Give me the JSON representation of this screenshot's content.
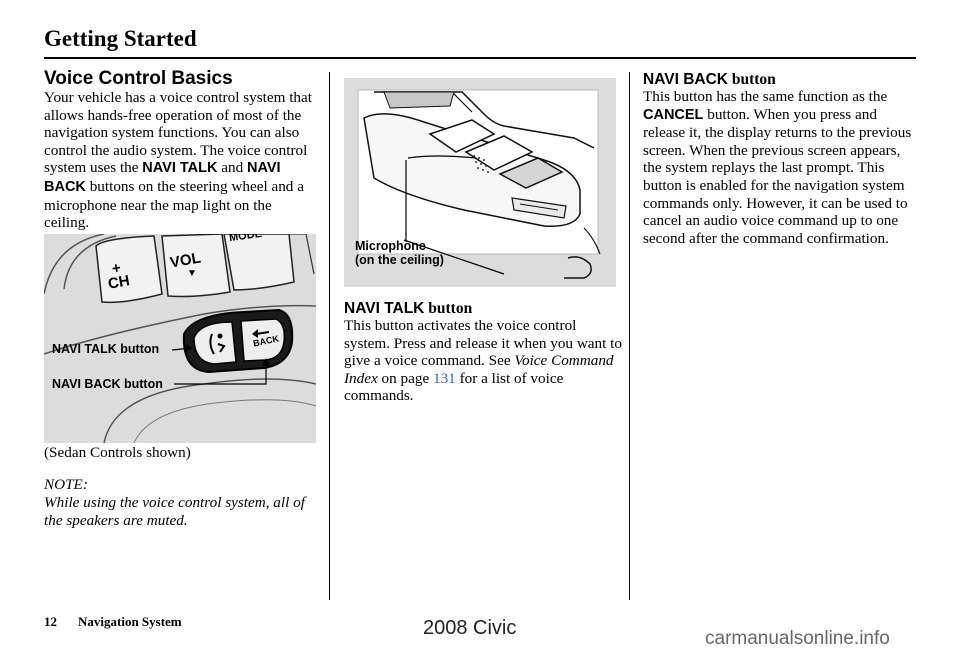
{
  "header": {
    "title": "Getting Started"
  },
  "col1": {
    "heading": "Voice Control Basics",
    "intro_1": "Your vehicle has a voice control system that allows hands-free operation of most of the navigation system functions. You can also control the audio system. The voice control system uses the ",
    "navi_talk": "NAVI TALK",
    "and": " and ",
    "navi_back": "NAVI BACK",
    "intro_2": " buttons on the steering wheel and a microphone near the map light on the ceiling.",
    "image_labels": {
      "talk": "NAVI TALK button",
      "back": "NAVI BACK button"
    },
    "image_marks": {
      "ch": "CH",
      "vol": "VOL",
      "plus": "+",
      "mode": "MODE",
      "back": "BACK"
    },
    "caption": "(Sedan Controls shown)",
    "note_title": "NOTE:",
    "note_text": "While using the voice control system, all of the speakers are muted."
  },
  "col2": {
    "image_label_1": "Microphone",
    "image_label_2": "(on the ceiling)",
    "heading_sans": "NAVI TALK",
    "heading_serif": " button",
    "text_1": "This button activates the voice control system. Press and release it when you want to give a voice command. See ",
    "ref_title": "Voice Command Index",
    "text_2": " on page ",
    "page_ref": "131",
    "text_3": " for a list of voice commands."
  },
  "col3": {
    "heading_sans": "NAVI BACK",
    "heading_serif": " button",
    "text_1": "This button has the same function as the ",
    "cancel": "CANCEL",
    "text_2": " button. When you press and release it, the display returns to the previous screen. When the previous screen appears, the system replays the last prompt. This button is enabled for the navigation system commands only. However, it can be used to cancel an audio voice command up to one second after the command confirmation."
  },
  "footer": {
    "page_number": "12",
    "manual": "Navigation System"
  },
  "watermark": {
    "model": "2008  Civic",
    "site": "carmanualsonline.info"
  }
}
